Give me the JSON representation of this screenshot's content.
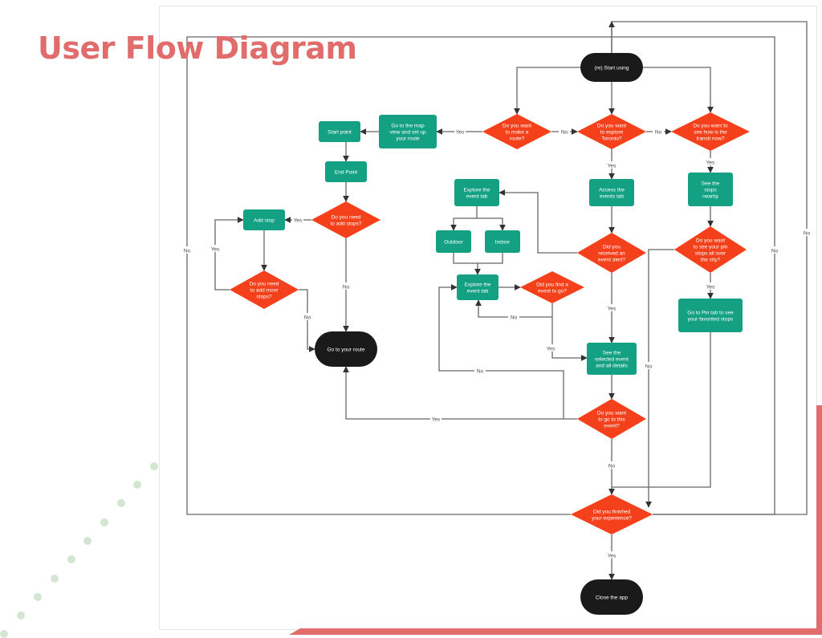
{
  "title": "User Flow Diagram",
  "colors": {
    "title": "#e06c6c",
    "terminal": "#1a1a1a",
    "process": "#14a083",
    "decision": "#f5401c",
    "connector": "#555555",
    "accent": "#e06c6c",
    "dots": "#d4e6d2"
  },
  "nodes": [
    {
      "id": "start",
      "type": "terminal",
      "lines": [
        "(re) Start using"
      ]
    },
    {
      "id": "q_route",
      "type": "decision",
      "lines": [
        "Do you want",
        "to make a",
        "route?"
      ]
    },
    {
      "id": "q_explore",
      "type": "decision",
      "lines": [
        "Do you want",
        "to explore",
        "Toronto?"
      ]
    },
    {
      "id": "q_transit",
      "type": "decision",
      "lines": [
        "Do you want to",
        "see how is the",
        "transit now?"
      ]
    },
    {
      "id": "map_view",
      "type": "process",
      "lines": [
        "Go to the map",
        "view and set up",
        "your route"
      ]
    },
    {
      "id": "start_point",
      "type": "process",
      "lines": [
        "Start point"
      ]
    },
    {
      "id": "end_point",
      "type": "process",
      "lines": [
        "End Point"
      ]
    },
    {
      "id": "q_add_stops",
      "type": "decision",
      "lines": [
        "Do you need",
        "to add stops?"
      ]
    },
    {
      "id": "add_stop",
      "type": "process",
      "lines": [
        "Add stop"
      ]
    },
    {
      "id": "q_more_stops",
      "type": "decision",
      "lines": [
        "Do you need",
        "to add more",
        "stops?"
      ]
    },
    {
      "id": "go_route",
      "type": "terminal",
      "lines": [
        "Go to your route"
      ]
    },
    {
      "id": "explore_tab1",
      "type": "process",
      "lines": [
        "Explore the",
        "event tab"
      ]
    },
    {
      "id": "outdoor",
      "type": "process",
      "lines": [
        "Outdoor"
      ]
    },
    {
      "id": "indoor",
      "type": "process",
      "lines": [
        "Indoor"
      ]
    },
    {
      "id": "explore_tab2",
      "type": "process",
      "lines": [
        "Explore the",
        "event tab"
      ]
    },
    {
      "id": "q_find_event",
      "type": "decision",
      "lines": [
        "Did you find a",
        "event to go?"
      ]
    },
    {
      "id": "access_events",
      "type": "process",
      "lines": [
        "Access the",
        "events tab"
      ]
    },
    {
      "id": "q_alert",
      "type": "decision",
      "lines": [
        "Did you",
        "received an",
        "event alert?"
      ]
    },
    {
      "id": "see_event",
      "type": "process",
      "lines": [
        "See the",
        "selected event",
        "and all details"
      ]
    },
    {
      "id": "q_go_event",
      "type": "decision",
      "lines": [
        "Do you want",
        "to go to this",
        "event?"
      ]
    },
    {
      "id": "see_stops",
      "type": "process",
      "lines": [
        "See the",
        "stops",
        "nearby"
      ]
    },
    {
      "id": "q_pin_stops",
      "type": "decision",
      "lines": [
        "Do you want",
        "to see your pin",
        "stops all over",
        "the city?"
      ]
    },
    {
      "id": "pin_tab",
      "type": "process",
      "lines": [
        "Go to Pin tab to see",
        "your favorited stops"
      ]
    },
    {
      "id": "q_finished",
      "type": "decision",
      "lines": [
        "Did you finished",
        "your experience?"
      ]
    },
    {
      "id": "close_app",
      "type": "terminal",
      "lines": [
        "Close the app"
      ]
    }
  ],
  "edge_labels": {
    "yes": "Yes",
    "no": "No"
  },
  "edges": [
    {
      "from": "start",
      "to": "q_route",
      "label": ""
    },
    {
      "from": "start",
      "to": "q_explore",
      "label": ""
    },
    {
      "from": "start",
      "to": "q_transit",
      "label": ""
    },
    {
      "from": "q_route",
      "to": "q_explore",
      "label": "No"
    },
    {
      "from": "q_explore",
      "to": "q_transit",
      "label": "No"
    },
    {
      "from": "q_route",
      "to": "map_view",
      "label": "Yes"
    },
    {
      "from": "map_view",
      "to": "start_point",
      "label": ""
    },
    {
      "from": "start_point",
      "to": "end_point",
      "label": ""
    },
    {
      "from": "end_point",
      "to": "q_add_stops",
      "label": ""
    },
    {
      "from": "q_add_stops",
      "to": "add_stop",
      "label": "Yes"
    },
    {
      "from": "q_add_stops",
      "to": "go_route",
      "label": "No"
    },
    {
      "from": "add_stop",
      "to": "q_more_stops",
      "label": ""
    },
    {
      "from": "q_more_stops",
      "to": "add_stop",
      "label": "Yes"
    },
    {
      "from": "q_more_stops",
      "to": "go_route",
      "label": "No"
    },
    {
      "from": "q_explore",
      "to": "access_events",
      "label": "Yes"
    },
    {
      "from": "access_events",
      "to": "q_alert",
      "label": ""
    },
    {
      "from": "q_alert",
      "to": "explore_tab1",
      "label": ""
    },
    {
      "from": "q_alert",
      "to": "see_event",
      "label": "Yes"
    },
    {
      "from": "explore_tab1",
      "to": "outdoor",
      "label": ""
    },
    {
      "from": "explore_tab1",
      "to": "indoor",
      "label": ""
    },
    {
      "from": "outdoor",
      "to": "explore_tab2",
      "label": ""
    },
    {
      "from": "indoor",
      "to": "explore_tab2",
      "label": ""
    },
    {
      "from": "explore_tab2",
      "to": "q_find_event",
      "label": ""
    },
    {
      "from": "q_find_event",
      "to": "explore_tab2",
      "label": "No"
    },
    {
      "from": "q_find_event",
      "to": "see_event",
      "label": "Yes"
    },
    {
      "from": "see_event",
      "to": "q_go_event",
      "label": ""
    },
    {
      "from": "q_go_event",
      "to": "go_route",
      "label": "Yes"
    },
    {
      "from": "q_go_event",
      "to": "explore_tab2",
      "label": "No"
    },
    {
      "from": "q_go_event",
      "to": "q_finished",
      "label": "No"
    },
    {
      "from": "q_transit",
      "to": "see_stops",
      "label": "Yes"
    },
    {
      "from": "see_stops",
      "to": "q_pin_stops",
      "label": ""
    },
    {
      "from": "q_pin_stops",
      "to": "pin_tab",
      "label": "Yes"
    },
    {
      "from": "q_pin_stops",
      "to": "q_finished",
      "label": "No"
    },
    {
      "from": "pin_tab",
      "to": "q_finished",
      "label": ""
    },
    {
      "from": "q_finished",
      "to": "close_app",
      "label": "Yes"
    },
    {
      "from": "q_finished",
      "to": "start",
      "label": "No"
    }
  ]
}
